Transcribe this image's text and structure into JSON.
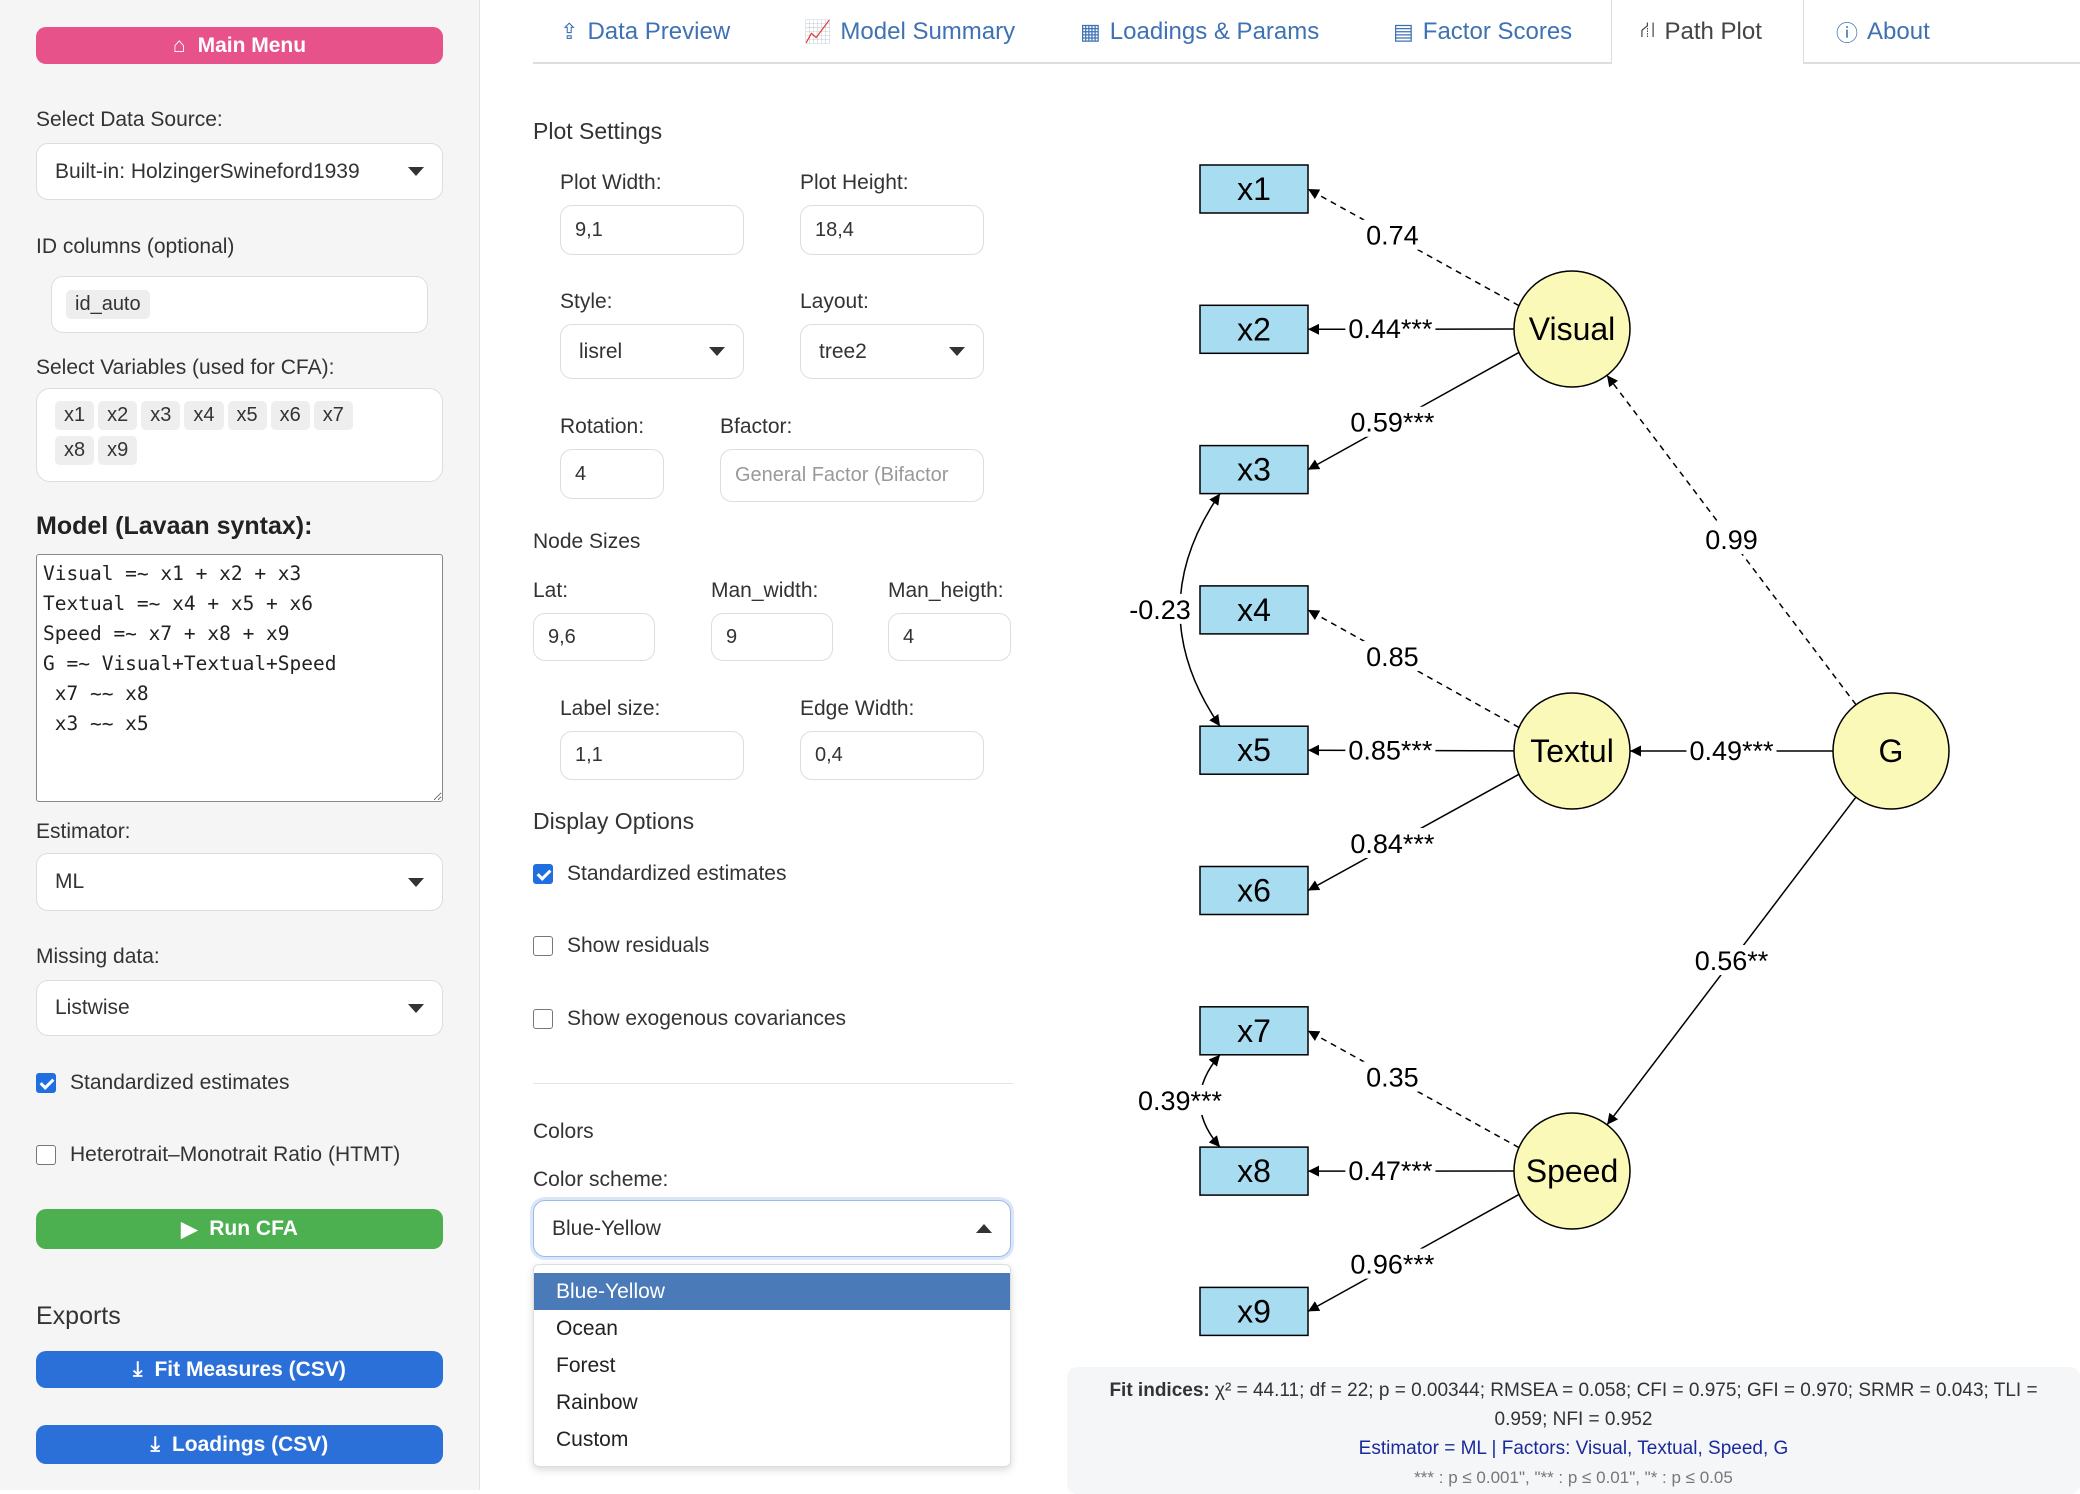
{
  "sidebar": {
    "main_menu": "Main Menu",
    "data_source_label": "Select Data Source:",
    "data_source_value": "Built-in: HolzingerSwineford1939",
    "id_label": "ID columns (optional)",
    "id_chips": [
      "id_auto"
    ],
    "vars_label": "Select Variables (used for CFA):",
    "vars": [
      "x1",
      "x2",
      "x3",
      "x4",
      "x5",
      "x6",
      "x7",
      "x8",
      "x9"
    ],
    "model_label": "Model (Lavaan syntax):",
    "model_text": "Visual =~ x1 + x2 + x3\nTextual =~ x4 + x5 + x6\nSpeed =~ x7 + x8 + x9\nG =~ Visual+Textual+Speed\n x7 ~~ x8\n x3 ~~ x5",
    "estimator_label": "Estimator:",
    "estimator_value": "ML",
    "missing_label": "Missing data:",
    "missing_value": "Listwise",
    "std_label": "Standardized estimates",
    "std_checked": true,
    "htmt_label": "Heterotrait–Monotrait Ratio (HTMT)",
    "htmt_checked": false,
    "run": "Run CFA",
    "exports_label": "Exports",
    "export_fit": "Fit Measures (CSV)",
    "export_loadings": "Loadings (CSV)"
  },
  "tabs": [
    {
      "label": "Data Preview",
      "icon": "upload-icon"
    },
    {
      "label": "Model Summary",
      "icon": "line-chart-icon"
    },
    {
      "label": "Loadings & Params",
      "icon": "table-icon"
    },
    {
      "label": "Factor Scores",
      "icon": "calculator-icon"
    },
    {
      "label": "Path Plot",
      "icon": "sitemap-icon",
      "active": true
    },
    {
      "label": "About",
      "icon": "info-icon"
    }
  ],
  "settings": {
    "title": "Plot Settings",
    "plot_width_label": "Plot Width:",
    "plot_width": "9,1",
    "plot_height_label": "Plot Height:",
    "plot_height": "18,4",
    "style_label": "Style:",
    "style": "lisrel",
    "layout_label": "Layout:",
    "layout": "tree2",
    "rotation_label": "Rotation:",
    "rotation": "4",
    "bfactor_label": "Bfactor:",
    "bfactor_placeholder": "General Factor (Bifactor",
    "node_sizes": "Node Sizes",
    "lat_label": "Lat:",
    "lat": "9,6",
    "man_width_label": "Man_width:",
    "man_width": "9",
    "man_height_label": "Man_heigth:",
    "man_height": "4",
    "label_size_label": "Label size:",
    "label_size": "1,1",
    "edge_width_label": "Edge Width:",
    "edge_width": "0,4",
    "display_options": "Display Options",
    "opt_std": "Standardized estimates",
    "opt_std_checked": true,
    "opt_resid": "Show residuals",
    "opt_resid_checked": false,
    "opt_exo": "Show exogenous covariances",
    "opt_exo_checked": false,
    "colors": "Colors",
    "color_scheme_label": "Color scheme:",
    "color_scheme": "Blue-Yellow",
    "color_options": [
      "Blue-Yellow",
      "Ocean",
      "Forest",
      "Rainbow",
      "Custom"
    ]
  },
  "diagram": {
    "colors": {
      "manifest": "#a8dcf0",
      "latent": "#fbf9b8",
      "stroke": "#000000"
    },
    "manifest": [
      "x1",
      "x2",
      "x3",
      "x4",
      "x5",
      "x6",
      "x7",
      "x8",
      "x9"
    ],
    "latent": [
      "Visual",
      "Textul",
      "Speed",
      "G"
    ],
    "loadings": [
      {
        "from": "Visual",
        "to": "x1",
        "label": "0.74",
        "dashed": true
      },
      {
        "from": "Visual",
        "to": "x2",
        "label": "0.44***"
      },
      {
        "from": "Visual",
        "to": "x3",
        "label": "0.59***"
      },
      {
        "from": "Textul",
        "to": "x4",
        "label": "0.85",
        "dashed": true
      },
      {
        "from": "Textul",
        "to": "x5",
        "label": "0.85***"
      },
      {
        "from": "Textul",
        "to": "x6",
        "label": "0.84***"
      },
      {
        "from": "Speed",
        "to": "x7",
        "label": "0.35",
        "dashed": true
      },
      {
        "from": "Speed",
        "to": "x8",
        "label": "0.47***"
      },
      {
        "from": "Speed",
        "to": "x9",
        "label": "0.96***"
      },
      {
        "from": "G",
        "to": "Visual",
        "label": "0.99",
        "dashed": true
      },
      {
        "from": "G",
        "to": "Textul",
        "label": "0.49***"
      },
      {
        "from": "G",
        "to": "Speed",
        "label": "0.56**"
      }
    ],
    "covariances": [
      {
        "a": "x3",
        "b": "x5",
        "label": "-0.23"
      },
      {
        "a": "x7",
        "b": "x8",
        "label": "0.39***"
      }
    ]
  },
  "fit": {
    "label": "Fit indices:",
    "text": " χ² = 44.11; df = 22; p = 0.00344; RMSEA = 0.058; CFI = 0.975; GFI = 0.970; SRMR = 0.043; TLI = 0.959; NFI = 0.952",
    "estimator_line": "Estimator = ML | Factors: Visual, Textual, Speed, G",
    "sig_line": "*** : p ≤ 0.001\", \"** : p ≤ 0.01\", \"* : p ≤ 0.05"
  }
}
